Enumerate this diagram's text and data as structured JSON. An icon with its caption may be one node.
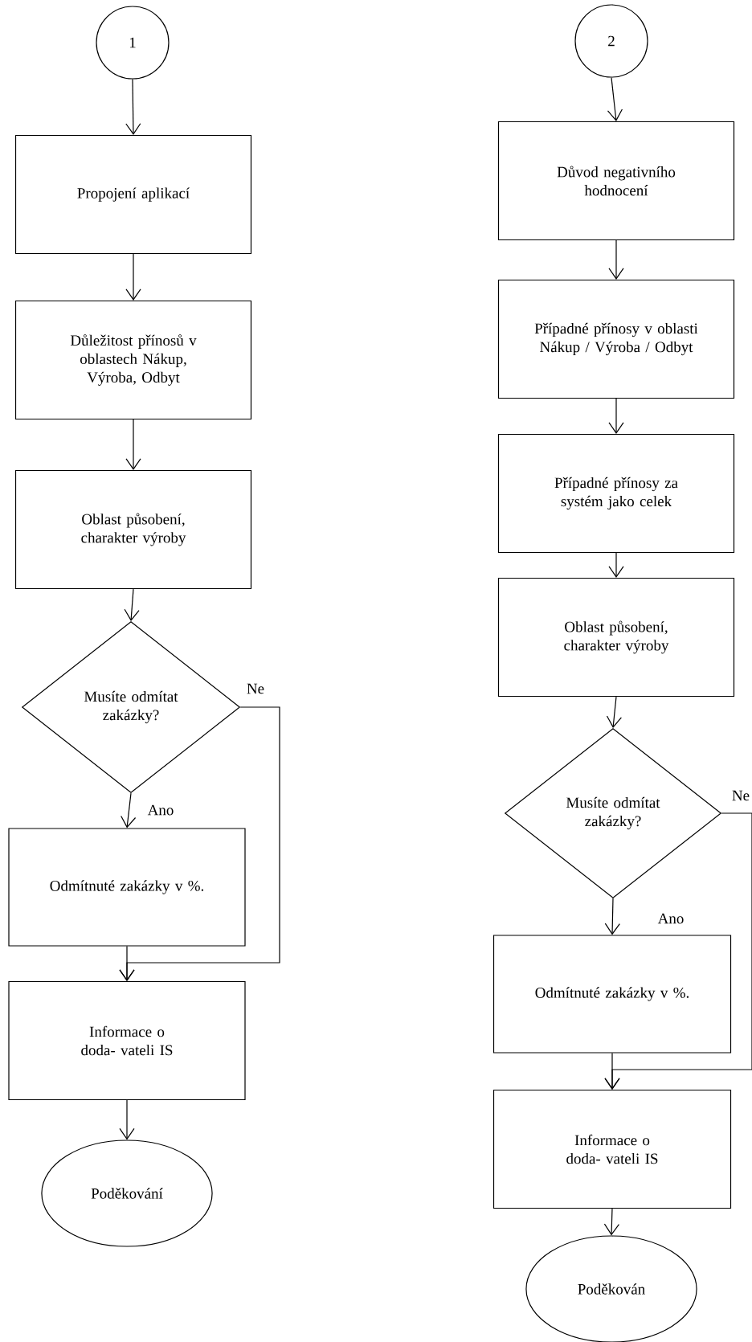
{
  "diagram": {
    "nodes": [
      {
        "text": [
          "1"
        ]
      },
      {
        "text": [
          "Propojení aplikací"
        ]
      },
      {
        "text": [
          "Důležitost přínosů v oblastech Nákup, Výroba, Odbyt"
        ]
      },
      {
        "text": [
          "Oblast působení, charakter výroby"
        ]
      },
      {
        "text": [
          "Musíte odmítat zakázky?"
        ]
      },
      {
        "text": [
          "Odmítnuté zakázky v %."
        ]
      },
      {
        "text": [
          "Informace o doda- vateli IS"
        ]
      },
      {
        "text": [
          "Poděkování"
        ]
      },
      {
        "text": [
          "2"
        ]
      },
      {
        "text": [
          "Důvod negativního hodnocení"
        ]
      },
      {
        "text": [
          "Případné přínosy v oblasti Nákup / Výroba / Odbyt"
        ]
      },
      {
        "text": [
          "Případné přínosy za systém jako celek"
        ]
      },
      {
        "text": [
          "Oblast působení, charakter výroby"
        ]
      },
      {
        "text": [
          "Musíte odmítat zakázky?"
        ]
      },
      {
        "text": [
          "Odmítnuté zakázky v %."
        ]
      },
      {
        "text": [
          "Informace o doda- vateli IS"
        ]
      },
      {
        "text": [
          "Poděkován"
        ]
      }
    ],
    "edges": [
      {
        "from": 0,
        "to": 1,
        "arrow": "to"
      },
      {
        "from": 1,
        "to": 2,
        "arrow": "to"
      },
      {
        "from": 2,
        "to": 3,
        "arrow": "to"
      },
      {
        "from": 3,
        "to": 4,
        "arrow": "to"
      },
      {
        "from": 4,
        "to": 5,
        "arrow": "to",
        "label": "Ano"
      },
      {
        "from": 4,
        "to": 6,
        "arrow": "to",
        "label": "Ne"
      },
      {
        "from": 5,
        "to": 6,
        "arrow": "to"
      },
      {
        "from": 6,
        "to": 7,
        "arrow": "to"
      },
      {
        "from": 8,
        "to": 9,
        "arrow": "to"
      },
      {
        "from": 9,
        "to": 10,
        "arrow": "to"
      },
      {
        "from": 10,
        "to": 11,
        "arrow": "to"
      },
      {
        "from": 11,
        "to": 12,
        "arrow": "to"
      },
      {
        "from": 12,
        "to": 13,
        "arrow": "to"
      },
      {
        "from": 13,
        "to": 14,
        "arrow": "to",
        "label": "Ano"
      },
      {
        "from": 13,
        "to": 15,
        "arrow": "to",
        "label": "Ne"
      },
      {
        "from": 14,
        "to": 15,
        "arrow": "to"
      },
      {
        "from": 15,
        "to": 16,
        "arrow": "to"
      }
    ]
  }
}
